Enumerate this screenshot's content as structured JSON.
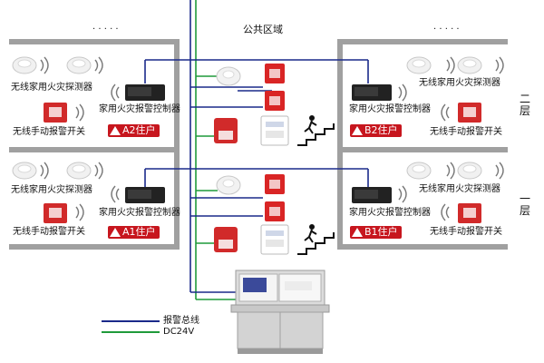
{
  "header": {
    "public_area": "公共区域",
    "dots_left": "· · · · ·",
    "dots_right": "· · · · ·"
  },
  "floors": {
    "upper": "二层",
    "lower": "一层"
  },
  "apartments": {
    "a2": "A2住户",
    "b2": "B2住户",
    "a1": "A1住户",
    "b1": "B1住户"
  },
  "devices": {
    "wireless_detector": "无线家用火灾探测器",
    "home_controller": "家用火灾报警控制器",
    "wireless_manual_switch": "无线手动报警开关"
  },
  "legend": {
    "alarm_bus": "报警总线",
    "dc24v": "DC24V"
  },
  "colors": {
    "alarm_bus": "#1a2a8a",
    "dc24v": "#1f9a3a",
    "wall": "#9a9a9a",
    "alert_red": "#c7161e"
  }
}
